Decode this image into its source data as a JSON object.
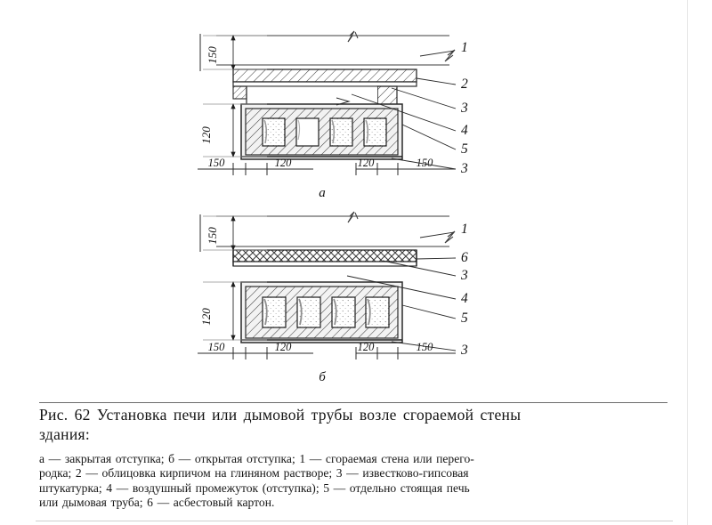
{
  "document": {
    "figure_number": "Рис. 62",
    "caption_line1": "Рис. 62  Установка печи или дымовой трубы возле  сгораемой  стены",
    "caption_line2": "здания:",
    "legend_line1": "а — закрытая отступка; б — открытая отступка; 1 — сгораемая стена или перего-",
    "legend_line2": "родка; 2 — облицовка  кирпичом на глиняном  растворе;  3 — известково-гипсовая",
    "legend_line3": "штукатурка; 4 — воздушный промежуток (отступка); 5 — отдельно стоящая печь",
    "legend_line4": "или дымовая труба; 6 — асбестовый картон."
  },
  "diagram_a": {
    "sublabel": "а",
    "vertical_dims": [
      "150",
      "120"
    ],
    "horizontal_dims": [
      "150",
      "120",
      "120",
      "150"
    ],
    "leaders": [
      "1",
      "2",
      "3",
      "4",
      "5",
      "3"
    ],
    "chamber_count": 4
  },
  "diagram_b": {
    "sublabel": "б",
    "vertical_dims": [
      "150",
      "120"
    ],
    "horizontal_dims": [
      "150",
      "120",
      "120",
      "150"
    ],
    "leaders": [
      "1",
      "6",
      "3",
      "4",
      "5",
      "3"
    ],
    "chamber_count": 4
  },
  "colors": {
    "ink": "#1a1a1a",
    "paper": "#ffffff",
    "hatch": "#4a4a4a",
    "light_line": "#8a8a8a"
  }
}
